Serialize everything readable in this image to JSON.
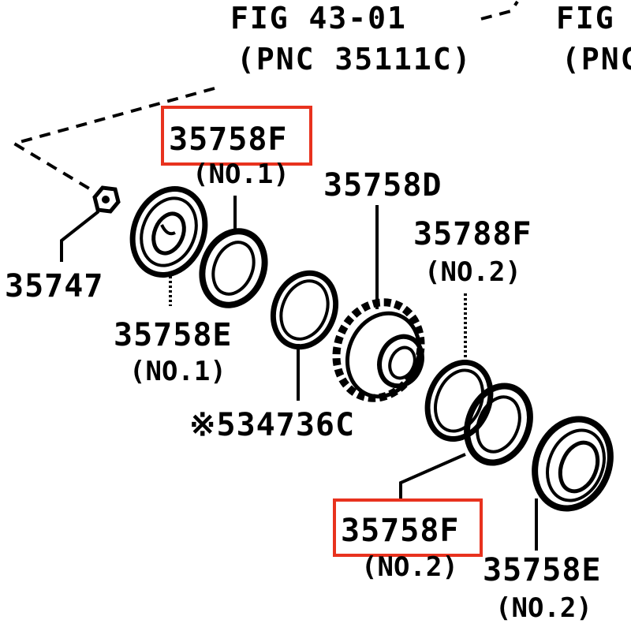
{
  "figure_refs": [
    {
      "title": "FIG 43-01",
      "pnc": "(PNC 35111C)"
    },
    {
      "title": "FIG",
      "pnc": "(PNC"
    }
  ],
  "parts": {
    "p35758F_no1": {
      "number": "35758F",
      "note": "(NO.1)",
      "highlighted": true
    },
    "p35747": {
      "number": "35747"
    },
    "p35758E_no1": {
      "number": "35758E",
      "note": "(NO.1)"
    },
    "p534736C": {
      "number": "※534736C"
    },
    "p35758D": {
      "number": "35758D"
    },
    "p35788F_no2": {
      "number": "35788F",
      "note": "(NO.2)"
    },
    "p35758F_no2": {
      "number": "35758F",
      "note": "(NO.2)",
      "highlighted": true
    },
    "p35758E_no2": {
      "number": "35758E",
      "note": "(NO.2)"
    }
  },
  "colors": {
    "highlight": "#e8321e",
    "ink": "#000000",
    "background": "#ffffff"
  }
}
